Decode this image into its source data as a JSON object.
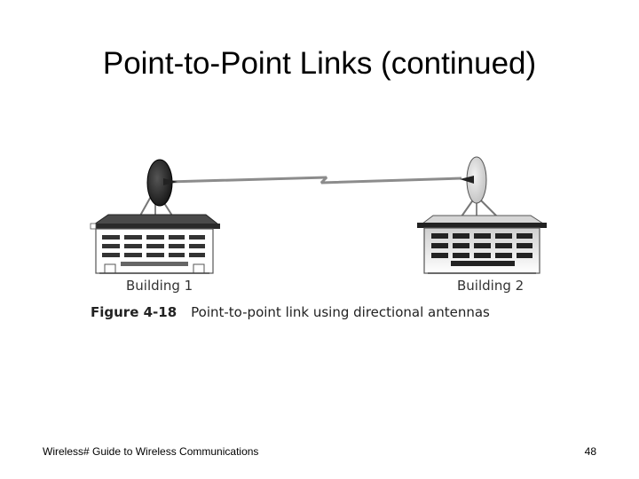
{
  "slide": {
    "title": "Point-to-Point Links (continued)"
  },
  "figure": {
    "building1_label": "Building 1",
    "building2_label": "Building 2",
    "figure_number": "Figure 4-18",
    "caption": "Point-to-point link using directional antennas"
  },
  "footer": {
    "left_text": "Wireless# Guide to Wireless Communications",
    "page_number": "48"
  },
  "colors": {
    "dark_antenna": "#1a1a1a",
    "light_antenna": "#d9d9d9",
    "roof_dark": "#333333",
    "link_line": "#8c8c8c"
  }
}
